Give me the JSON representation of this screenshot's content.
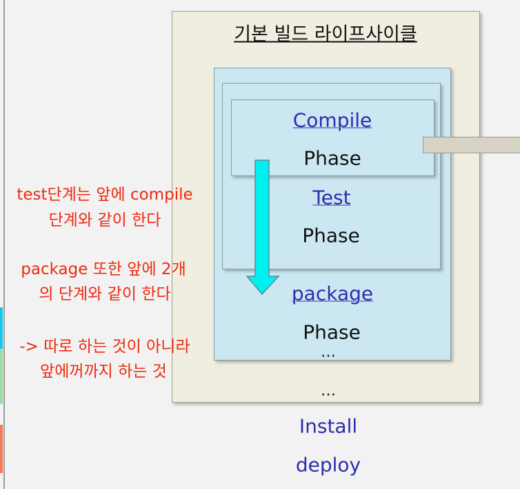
{
  "title": "기본 빌드 라이프사이클",
  "phases": [
    {
      "name": "Compile",
      "label": "Phase"
    },
    {
      "name": "Test",
      "label": "Phase"
    },
    {
      "name": "package",
      "label": "Phase"
    }
  ],
  "ellipsis_inner": "…",
  "ellipsis_outer": "…",
  "after": [
    "Install",
    "deploy"
  ],
  "notes": [
    "test단계는 앞에 compile",
    "단계와 같이 한다",
    "package 또한 앞에 2개",
    "의 단계와 같이 한다",
    "-> 따로 하는 것이 아니라",
    "앞에꺼까지 하는 것"
  ],
  "colors": {
    "note": "#ee2a0e",
    "link": "#2d2dae",
    "arrow": "#00f0f0",
    "box": "#cbe8f2",
    "outer": "#efeee0"
  }
}
